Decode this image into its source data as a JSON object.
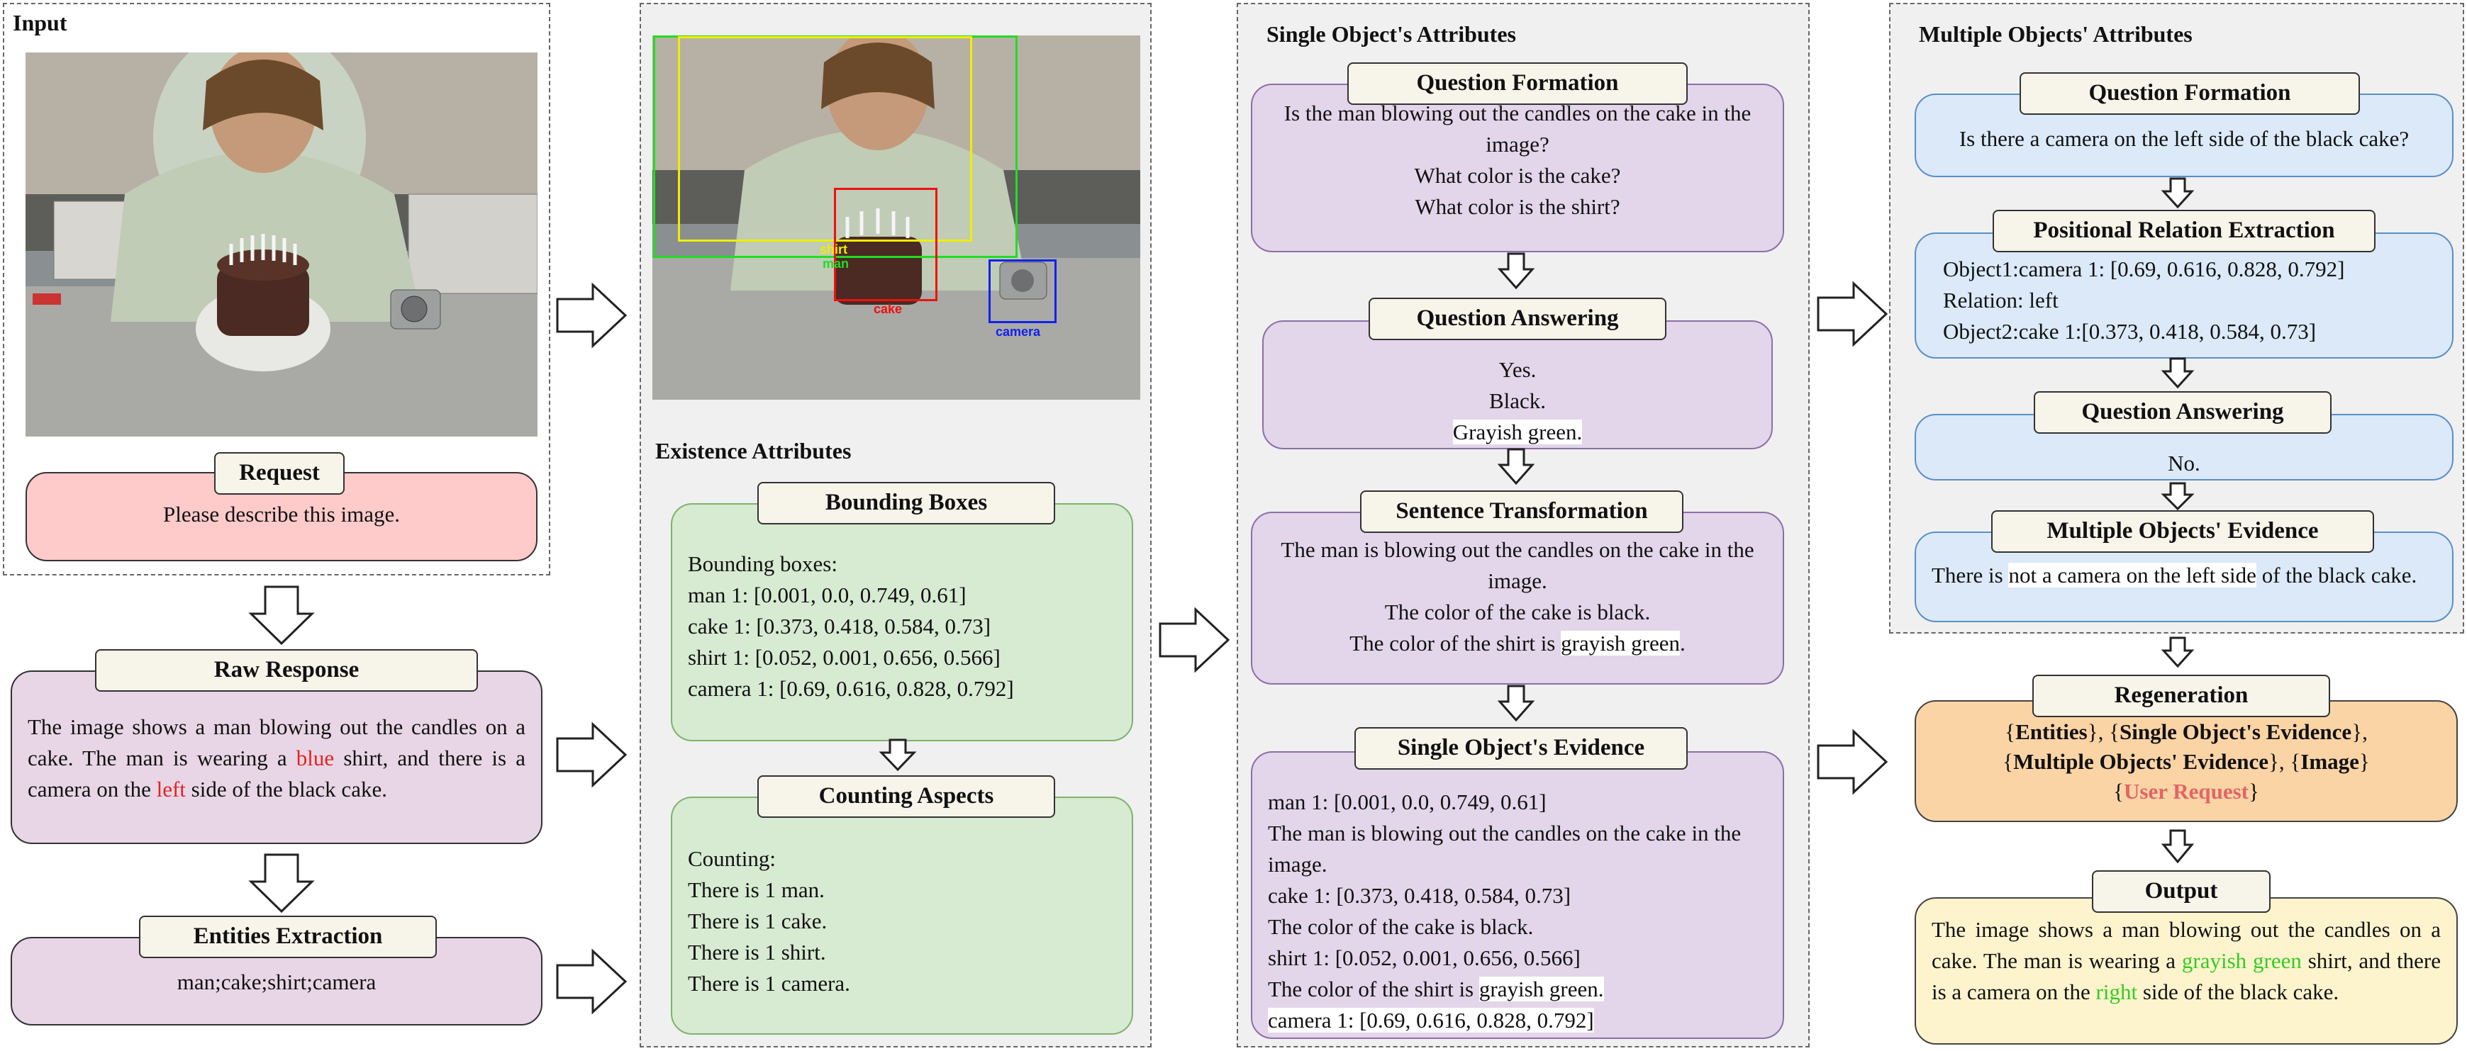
{
  "input_panel": {
    "title": "Input",
    "request_label": "Request",
    "request_text": "Please describe this image."
  },
  "raw_response": {
    "label": "Raw Response",
    "text_1": "The image shows a man blowing out the candles on a cake. The man is wearing a ",
    "word_blue": "blue",
    "text_2": " shirt, and there is a camera on the ",
    "word_left": "left",
    "text_3": " side of the black cake."
  },
  "entities": {
    "label": "Entities Extraction",
    "text": "man;cake;shirt;camera"
  },
  "detection_image": {
    "box_labels": [
      "shirt",
      "man",
      "cake",
      "camera"
    ],
    "colors": {
      "man": "#22dd22",
      "shirt": "#eeee00",
      "cake": "#ee1111",
      "camera": "#1122ee"
    }
  },
  "existence": {
    "title": "Existence Attributes",
    "bbox_label": "Bounding Boxes",
    "bbox_lines": [
      "Bounding boxes:",
      "man 1: [0.001, 0.0, 0.749, 0.61]",
      "cake 1: [0.373, 0.418, 0.584, 0.73]",
      "shirt 1: [0.052, 0.001, 0.656, 0.566]",
      "camera 1: [0.69, 0.616, 0.828, 0.792]"
    ],
    "count_label": "Counting Aspects",
    "count_lines": [
      "Counting:",
      "There is 1 man.",
      "There is 1 cake.",
      "There is 1 shirt.",
      "There is 1 camera."
    ]
  },
  "single": {
    "title": "Single Object's Attributes",
    "qf_label": "Question Formation",
    "qf_lines": [
      "Is the man blowing out the candles on the cake in the image?",
      "What color is the cake?",
      "What color is the shirt?"
    ],
    "qa_label": "Question Answering",
    "qa_lines": [
      "Yes.",
      "Black.",
      "Grayish green."
    ],
    "st_label": "Sentence Transformation",
    "st_line1": "The man is blowing out the candles on the cake in the image.",
    "st_line2": "The color of the cake is black.",
    "st_line3a": "The color of the shirt is ",
    "st_line3b": "grayish green",
    "st_line3c": ".",
    "ev_label": "Single Object's Evidence",
    "ev_lines": [
      "man 1: [0.001, 0.0, 0.749, 0.61]",
      "The man is blowing out the candles on the cake in the image.",
      "cake 1: [0.373, 0.418, 0.584, 0.73]",
      "The color of the cake is black.",
      "shirt 1: [0.052, 0.001, 0.656, 0.566]"
    ],
    "ev_line6a": "The color of the shirt is ",
    "ev_line6b": "grayish green.",
    "ev_line7": "camera 1: [0.69, 0.616, 0.828, 0.792]"
  },
  "multiple": {
    "title": "Multiple Objects' Attributes",
    "qf_label": "Question Formation",
    "qf_text": "Is there a camera on the left side of the black cake?",
    "pr_label": "Positional Relation Extraction",
    "pr_lines": [
      "Object1:camera 1: [0.69, 0.616, 0.828, 0.792]",
      "Relation: left",
      "Object2:cake 1:[0.373, 0.418, 0.584, 0.73]"
    ],
    "qa_label": "Question Answering",
    "qa_text": "No.",
    "ev_label": "Multiple Objects' Evidence",
    "ev_a": "There is ",
    "ev_b": "not a camera on the left side",
    "ev_c": " of the black cake."
  },
  "regeneration": {
    "label": "Regeneration",
    "b1": "Entities",
    "b2": "Single Object's Evidence",
    "b3": "Multiple Objects' Evidence",
    "b4": "Image",
    "b5": "User Request",
    "open": "{",
    "close": "}",
    "sep": ", "
  },
  "output": {
    "label": "Output",
    "t1": "The image shows a man blowing out the candles on a cake. The man is wearing a ",
    "g1": "grayish green",
    "t2": " shirt, and there is a camera on the ",
    "g2": "right",
    "t3": " side of the black cake."
  }
}
